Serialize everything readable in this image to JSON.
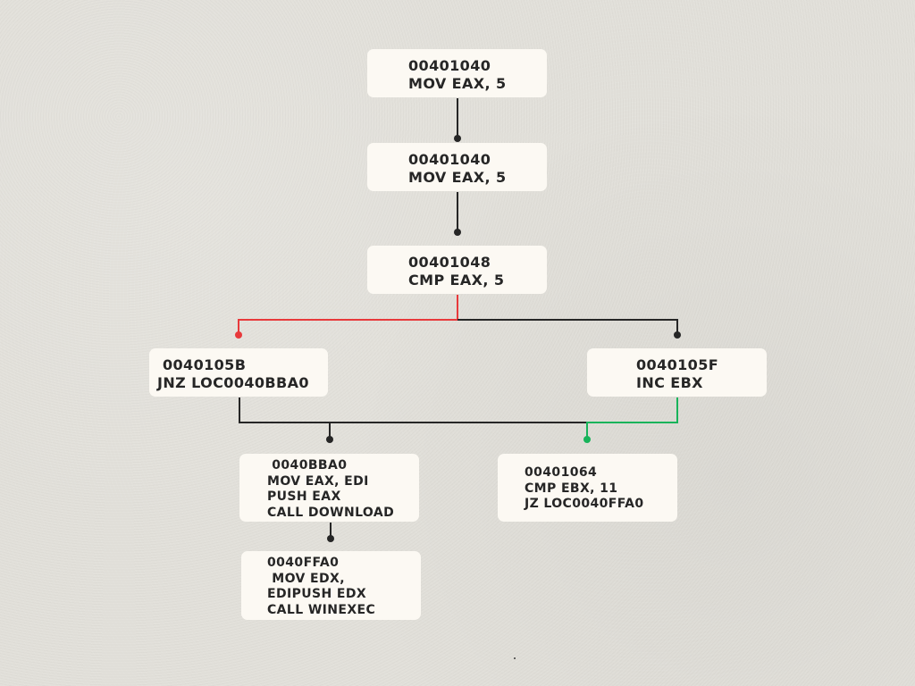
{
  "nodes": {
    "n1": {
      "lines": [
        "00401040",
        "MOV EAX, 5"
      ]
    },
    "n2": {
      "lines": [
        "00401040",
        "MOV EAX, 5"
      ]
    },
    "n3": {
      "lines": [
        "00401048",
        "CMP EAX, 5"
      ]
    },
    "n4": {
      "lines": [
        " 0040105B",
        "JNZ LOC0040BBA0"
      ]
    },
    "n5": {
      "lines": [
        "0040105F",
        "INC EBX"
      ]
    },
    "n6": {
      "lines": [
        " 0040BBA0",
        "MOV EAX, EDI",
        "PUSH EAX",
        "CALL DOWNLOAD"
      ]
    },
    "n7": {
      "lines": [
        "00401064",
        "CMP EBX, 11",
        "JZ LOC0040FFA0"
      ]
    },
    "n8": {
      "lines": [
        "0040FFA0",
        " MOV EDX,",
        "EDIPUSH EDX",
        "CALL WINEXEC"
      ]
    }
  },
  "colors": {
    "background": "#e2e0da",
    "node_fill": "#fcf9f3",
    "node_text": "#262626",
    "edge_default": "#262626",
    "edge_taken_red": "#e8393b",
    "edge_taken_green": "#18b35a"
  }
}
